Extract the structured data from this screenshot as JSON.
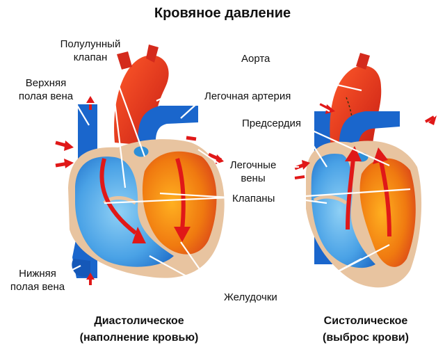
{
  "title": "Кровяное давление",
  "labels": {
    "semilunar_valve": [
      "Полулунный",
      "клапан"
    ],
    "superior_vena_cava": [
      "Верхняя",
      "полая вена"
    ],
    "aorta": "Аорта",
    "pulmonary_artery": "Легочная артерия",
    "atria": "Предсердия",
    "pulmonary_veins": [
      "Легочные",
      "вены"
    ],
    "valves": "Клапаны",
    "inferior_vena_cava": [
      "Нижняя",
      "полая вена"
    ],
    "ventricles": "Желудочки"
  },
  "captions": {
    "diastole": [
      "Диастолическое",
      "(наполнение кровью)"
    ],
    "systole": [
      "Систолическое",
      "(выброс крови)"
    ]
  },
  "colors": {
    "vein_blue": "#1a66cc",
    "light_blue": "#5aaee8",
    "artery_red": "#d42a1c",
    "orange": "#f08a1a",
    "tissue": "#e8c4a0",
    "arrow_red": "#e01818"
  }
}
